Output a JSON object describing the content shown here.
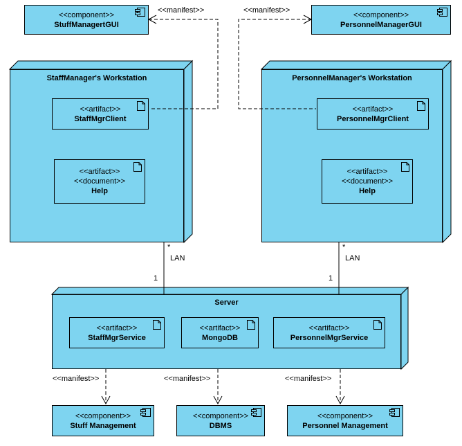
{
  "colors": {
    "node_fill": "#7ed4f0",
    "stroke": "#000000",
    "background": "#ffffff"
  },
  "nodes": {
    "staff_workstation": {
      "title": "StaffManager's Workstation"
    },
    "personnel_workstation": {
      "title": "PersonnelManager's Workstation"
    },
    "server": {
      "title": "Server"
    }
  },
  "components": {
    "stuff_managert_gui": {
      "stereotype": "<<component>>",
      "name": "StuffManagertGUI"
    },
    "personnel_manager_gui": {
      "stereotype": "<<component>>",
      "name": "PersonnelManagerGUI"
    },
    "stuff_management": {
      "stereotype": "<<component>>",
      "name": "Stuff Management"
    },
    "dbms": {
      "stereotype": "<<component>>",
      "name": "DBMS"
    },
    "personnel_management": {
      "stereotype": "<<component>>",
      "name": "Personnel Management"
    }
  },
  "artifacts": {
    "staff_mgr_client": {
      "stereotype": "<<artifact>>",
      "name": "StaffMgrClient"
    },
    "staff_help": {
      "stereotype": "<<artifact>>",
      "stereotype2": "<<document>>",
      "name": "Help"
    },
    "personnel_mgr_client": {
      "stereotype": "<<artifact>>",
      "name": "PersonnelMgrClient"
    },
    "personnel_help": {
      "stereotype": "<<artifact>>",
      "stereotype2": "<<document>>",
      "name": "Help"
    },
    "staff_mgr_service": {
      "stereotype": "<<artifact>>",
      "name": "StaffMgrService"
    },
    "mongodb": {
      "stereotype": "<<artifact>>",
      "name": "MongoDB"
    },
    "personnel_mgr_service": {
      "stereotype": "<<artifact>>",
      "name": "PersonnelMgrService"
    }
  },
  "edges": {
    "manifest_label": "<<manifest>>",
    "lan_label": "LAN",
    "multiplicity_star": "*",
    "multiplicity_one": "1"
  }
}
